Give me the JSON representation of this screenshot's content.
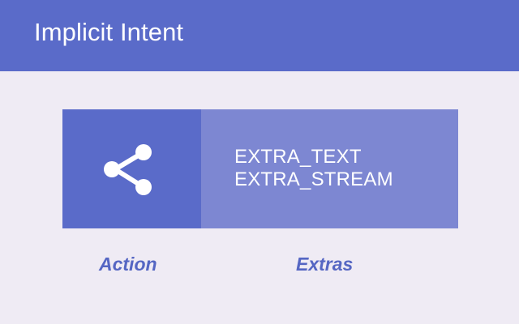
{
  "header": {
    "title": "Implicit Intent"
  },
  "diagram": {
    "action_icon": "share-icon",
    "extras": [
      "EXTRA_TEXT",
      "EXTRA_STREAM"
    ]
  },
  "labels": {
    "action": "Action",
    "extras": "Extras"
  },
  "colors": {
    "primary": "#5a6bc9",
    "secondary": "#7d87d2",
    "background": "#efebf4",
    "label_text": "#5566c3",
    "white": "#ffffff"
  }
}
